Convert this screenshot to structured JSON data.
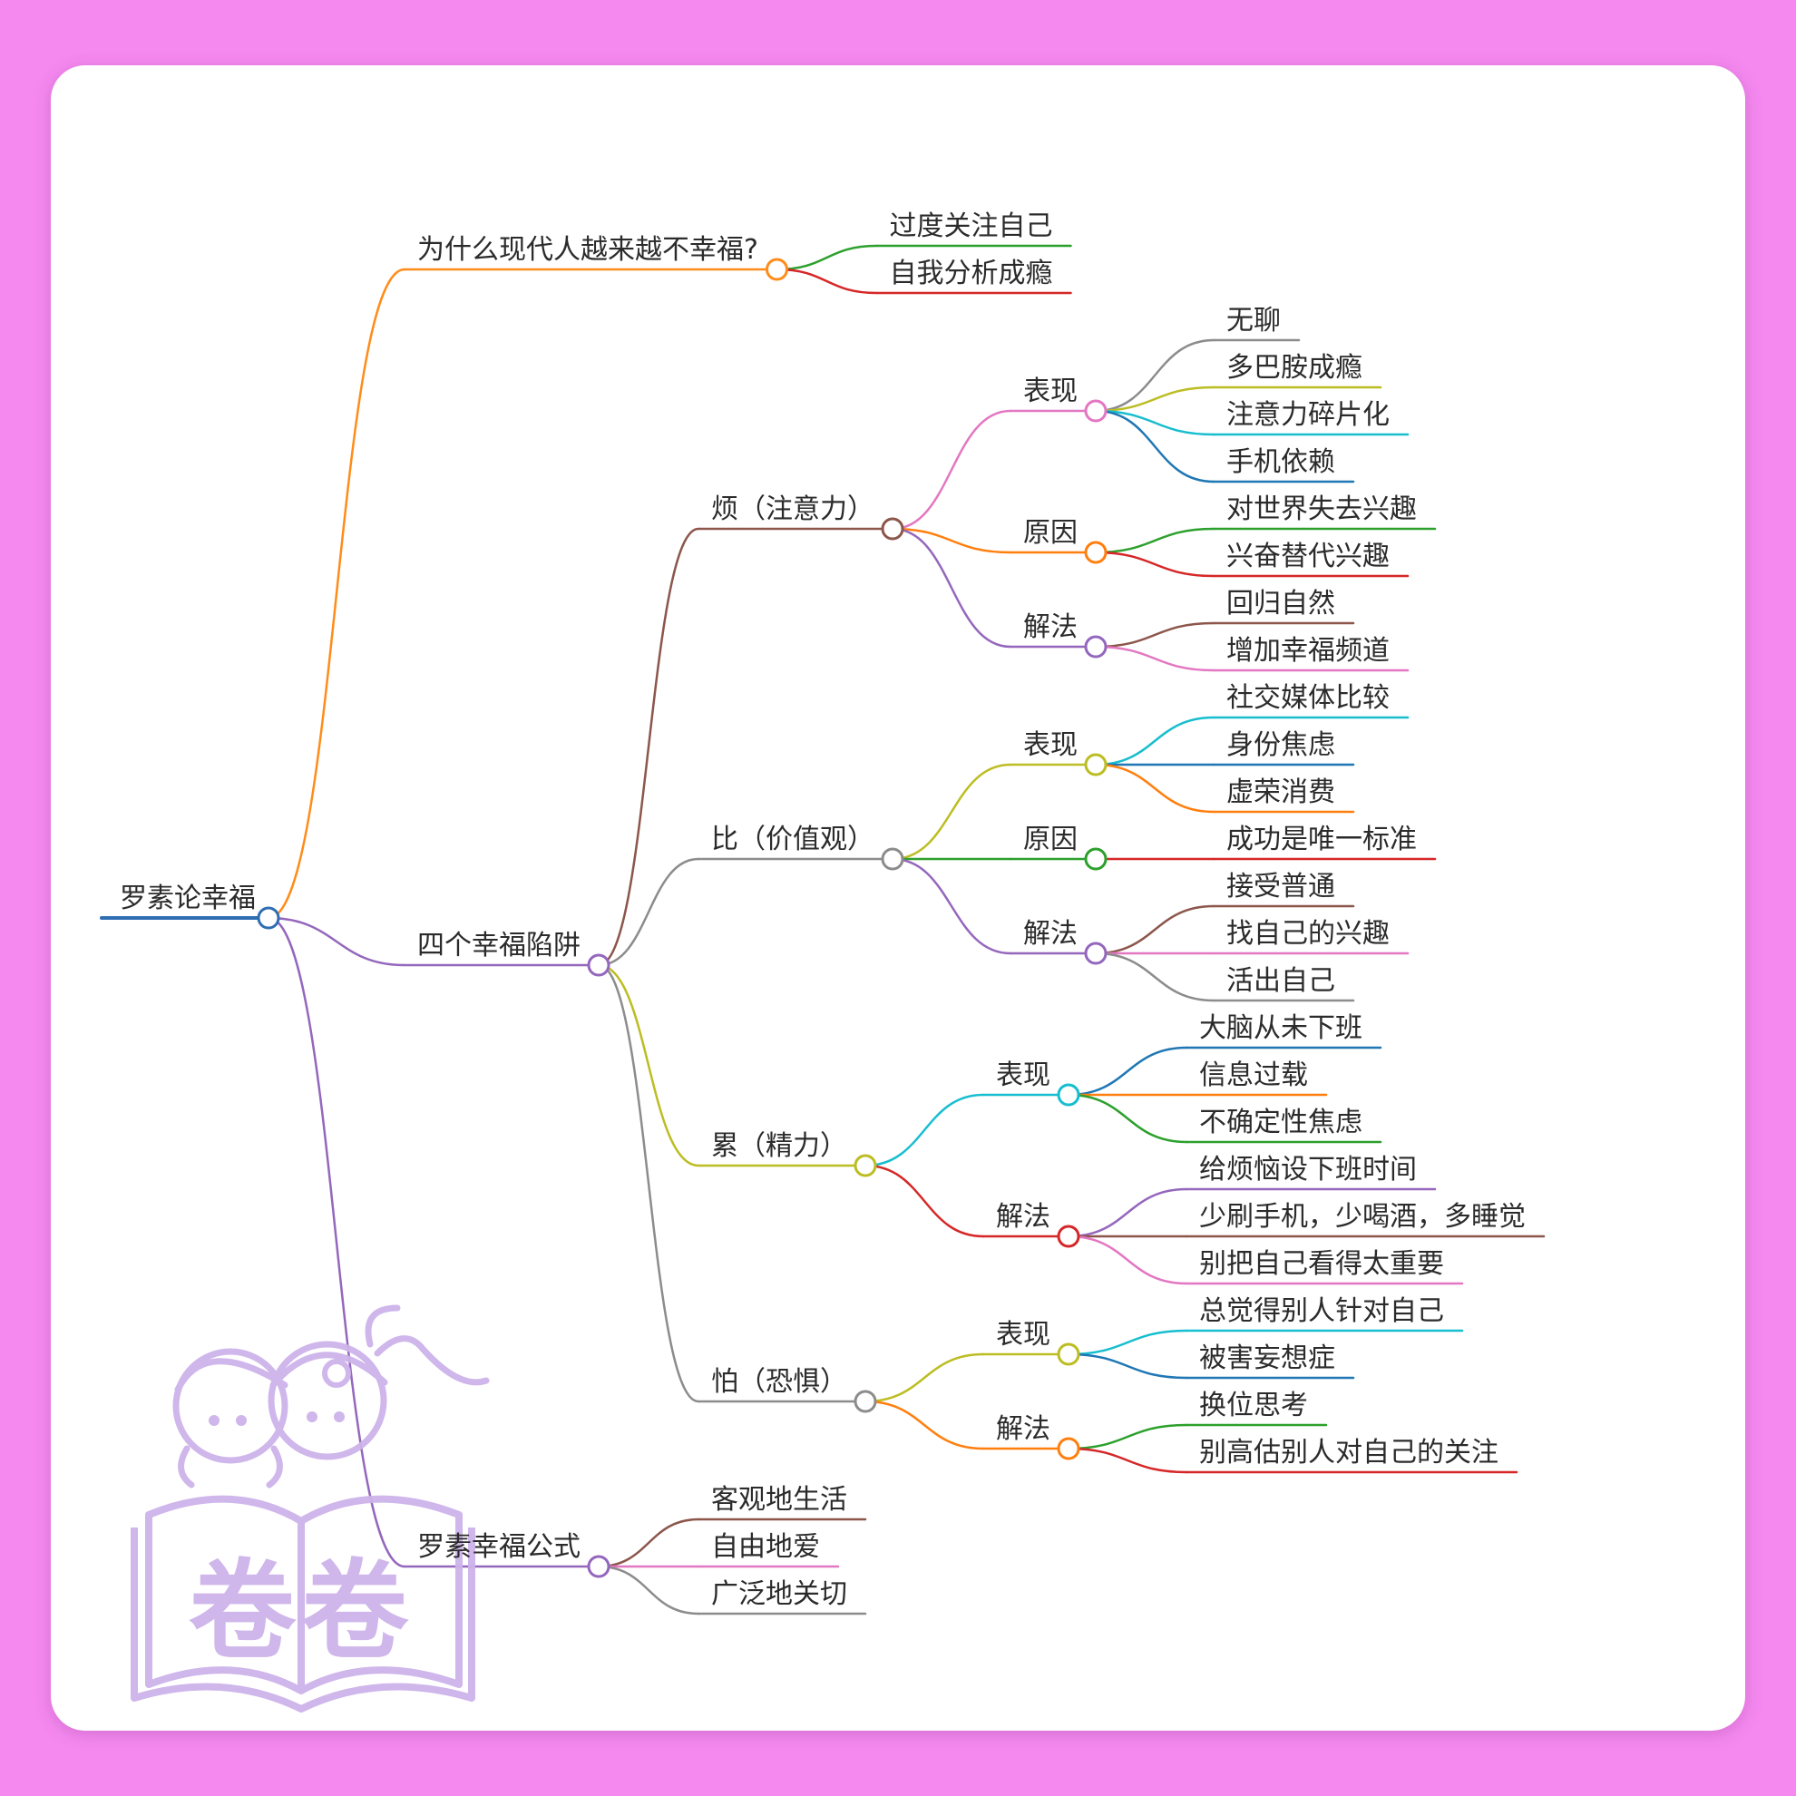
{
  "mindmap": {
    "text": "罗素论幸福",
    "color": "#2f6eb3",
    "children": [
      {
        "text": "为什么现代人越来越不幸福?",
        "color": "#ff8c1a",
        "children": [
          {
            "text": "过度关注自己",
            "color": "#2ca02c"
          },
          {
            "text": "自我分析成瘾",
            "color": "#d62728"
          }
        ]
      },
      {
        "text": "四个幸福陷阱",
        "color": "#9467bd",
        "children": [
          {
            "text": "烦（注意力）",
            "color": "#8c564b",
            "children": [
              {
                "text": "表现",
                "color": "#e377c2",
                "children": [
                  {
                    "text": "无聊",
                    "color": "#8c8c8c"
                  },
                  {
                    "text": "多巴胺成瘾",
                    "color": "#bcbd22"
                  },
                  {
                    "text": "注意力碎片化",
                    "color": "#17becf"
                  },
                  {
                    "text": "手机依赖",
                    "color": "#1f77b4"
                  }
                ]
              },
              {
                "text": "原因",
                "color": "#ff7f0e",
                "children": [
                  {
                    "text": "对世界失去兴趣",
                    "color": "#2ca02c"
                  },
                  {
                    "text": "兴奋替代兴趣",
                    "color": "#d62728"
                  }
                ]
              },
              {
                "text": "解法",
                "color": "#9467bd",
                "children": [
                  {
                    "text": "回归自然",
                    "color": "#8c564b"
                  },
                  {
                    "text": "增加幸福频道",
                    "color": "#e377c2"
                  }
                ]
              }
            ]
          },
          {
            "text": "比（价值观）",
            "color": "#8c8c8c",
            "children": [
              {
                "text": "表现",
                "color": "#bcbd22",
                "children": [
                  {
                    "text": "社交媒体比较",
                    "color": "#17becf"
                  },
                  {
                    "text": "身份焦虑",
                    "color": "#1f77b4"
                  },
                  {
                    "text": "虚荣消费",
                    "color": "#ff7f0e"
                  }
                ]
              },
              {
                "text": "原因",
                "color": "#2ca02c",
                "children": [
                  {
                    "text": "成功是唯一标准",
                    "color": "#d62728"
                  }
                ]
              },
              {
                "text": "解法",
                "color": "#9467bd",
                "children": [
                  {
                    "text": "接受普通",
                    "color": "#8c564b"
                  },
                  {
                    "text": "找自己的兴趣",
                    "color": "#e377c2"
                  },
                  {
                    "text": "活出自己",
                    "color": "#8c8c8c"
                  }
                ]
              }
            ]
          },
          {
            "text": "累（精力）",
            "color": "#bcbd22",
            "children": [
              {
                "text": "表现",
                "color": "#17becf",
                "children": [
                  {
                    "text": "大脑从未下班",
                    "color": "#1f77b4"
                  },
                  {
                    "text": "信息过载",
                    "color": "#ff7f0e"
                  },
                  {
                    "text": "不确定性焦虑",
                    "color": "#2ca02c"
                  }
                ]
              },
              {
                "text": "解法",
                "color": "#d62728",
                "children": [
                  {
                    "text": "给烦恼设下班时间",
                    "color": "#9467bd"
                  },
                  {
                    "text": "少刷手机，少喝酒，多睡觉",
                    "color": "#8c564b"
                  },
                  {
                    "text": "别把自己看得太重要",
                    "color": "#e377c2"
                  }
                ]
              }
            ]
          },
          {
            "text": "怕（恐惧）",
            "color": "#8c8c8c",
            "children": [
              {
                "text": "表现",
                "color": "#bcbd22",
                "children": [
                  {
                    "text": "总觉得别人针对自己",
                    "color": "#17becf"
                  },
                  {
                    "text": "被害妄想症",
                    "color": "#1f77b4"
                  }
                ]
              },
              {
                "text": "解法",
                "color": "#ff7f0e",
                "children": [
                  {
                    "text": "换位思考",
                    "color": "#2ca02c"
                  },
                  {
                    "text": "别高估别人对自己的关注",
                    "color": "#d62728"
                  }
                ]
              }
            ]
          }
        ]
      },
      {
        "text": "罗素幸福公式",
        "color": "#9467bd",
        "children": [
          {
            "text": "客观地生活",
            "color": "#8c564b"
          },
          {
            "text": "自由地爱",
            "color": "#e377c2"
          },
          {
            "text": "广泛地关切",
            "color": "#8c8c8c"
          }
        ]
      }
    ]
  },
  "watermark": {
    "text": "卷卷",
    "color": "#cdb3ea"
  }
}
